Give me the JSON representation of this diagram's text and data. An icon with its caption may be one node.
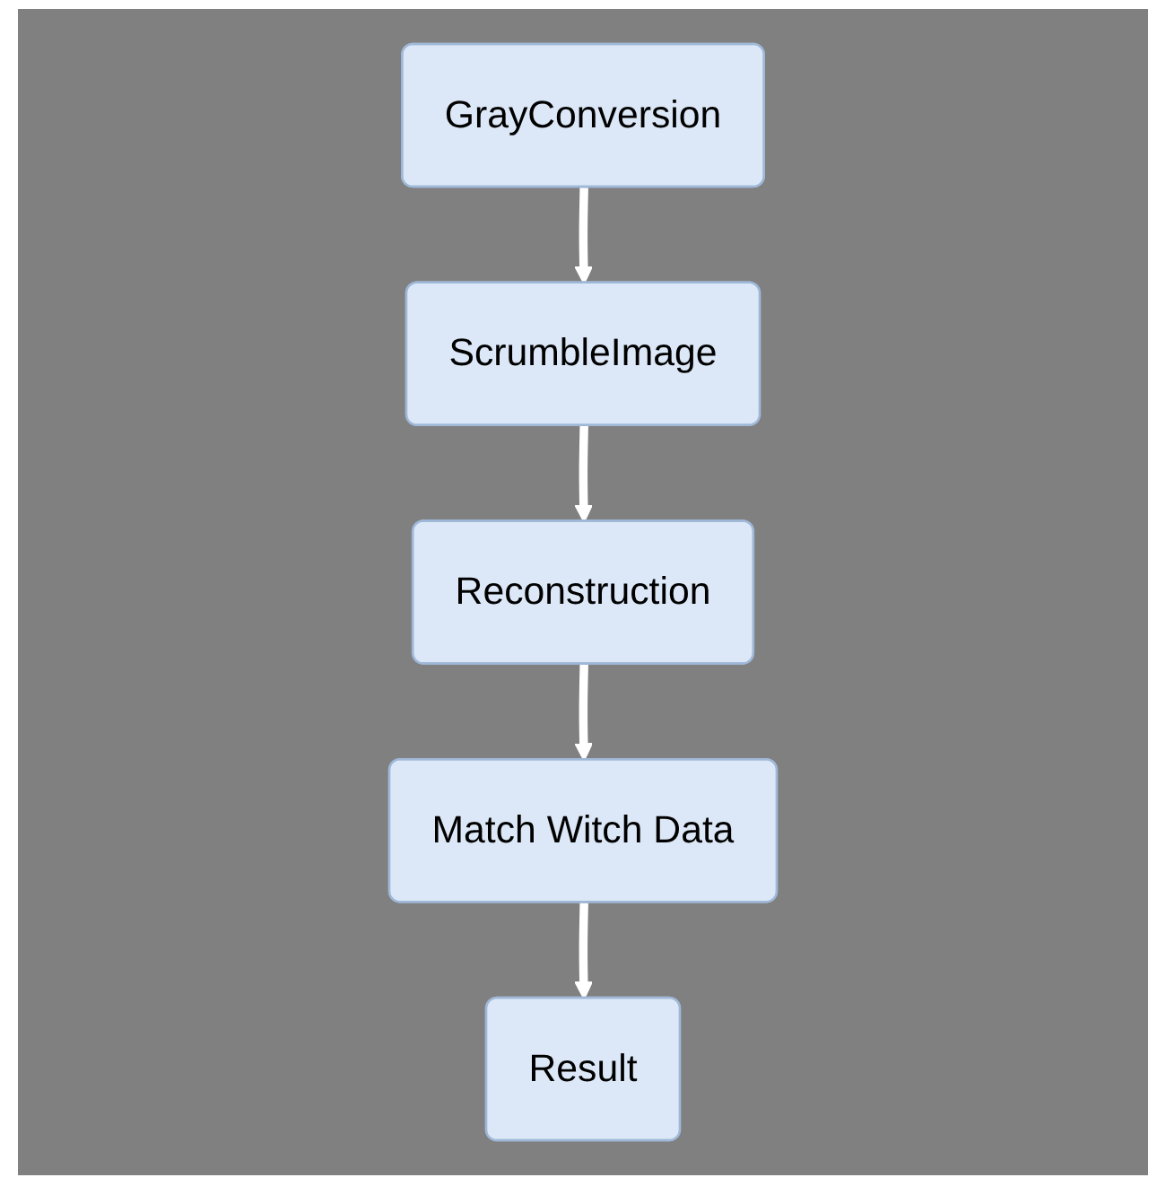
{
  "diagram": {
    "nodes": [
      {
        "text": [
          "GrayConversion"
        ]
      },
      {
        "text": [
          "ScrumbleImage"
        ]
      },
      {
        "text": [
          "Reconstruction"
        ]
      },
      {
        "text": [
          "Match Witch Data"
        ]
      },
      {
        "text": [
          "Result"
        ]
      }
    ],
    "edges": [
      {
        "from": 0,
        "to": 1,
        "arrow": "to"
      },
      {
        "from": 1,
        "to": 2,
        "arrow": "to"
      },
      {
        "from": 2,
        "to": 3,
        "arrow": "to"
      },
      {
        "from": 3,
        "to": 4,
        "arrow": "to"
      }
    ]
  }
}
